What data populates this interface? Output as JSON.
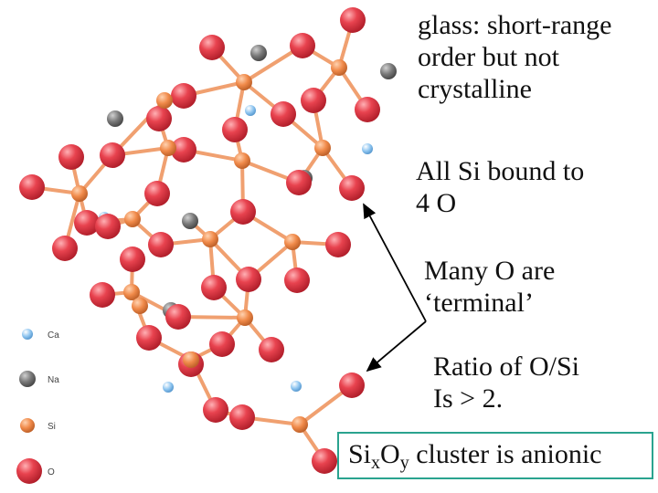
{
  "notes": {
    "glass": [
      "glass: short-range",
      "order but not",
      "crystalline"
    ],
    "si_bound": [
      "All Si bound to",
      "4 O"
    ],
    "terminal": [
      "Many O are",
      "‘terminal’"
    ],
    "ratio": [
      "Ratio of O/Si",
      "Is > 2."
    ],
    "cluster": {
      "si": "Si",
      "x": "x",
      "o": "O",
      "y": "y",
      "rest": " cluster is anionic"
    }
  },
  "legend": [
    {
      "label": "Ca",
      "color": "#8ec5f0",
      "icon": "ca-atom-icon"
    },
    {
      "label": "Na",
      "color": "#7a7a7a",
      "icon": "na-atom-icon"
    },
    {
      "label": "Si",
      "color": "#f08a4a",
      "icon": "si-atom-icon"
    },
    {
      "label": "O",
      "color": "#e8434f",
      "icon": "o-atom-icon"
    }
  ],
  "colors": {
    "oxygen": "#e8434f",
    "silicon": "#f08a4a",
    "sodium": "#7a7a7a",
    "calcium": "#8ec5f0",
    "bond": "#f0a070",
    "box_border": "#2aa38f",
    "arrow": "#000000"
  }
}
